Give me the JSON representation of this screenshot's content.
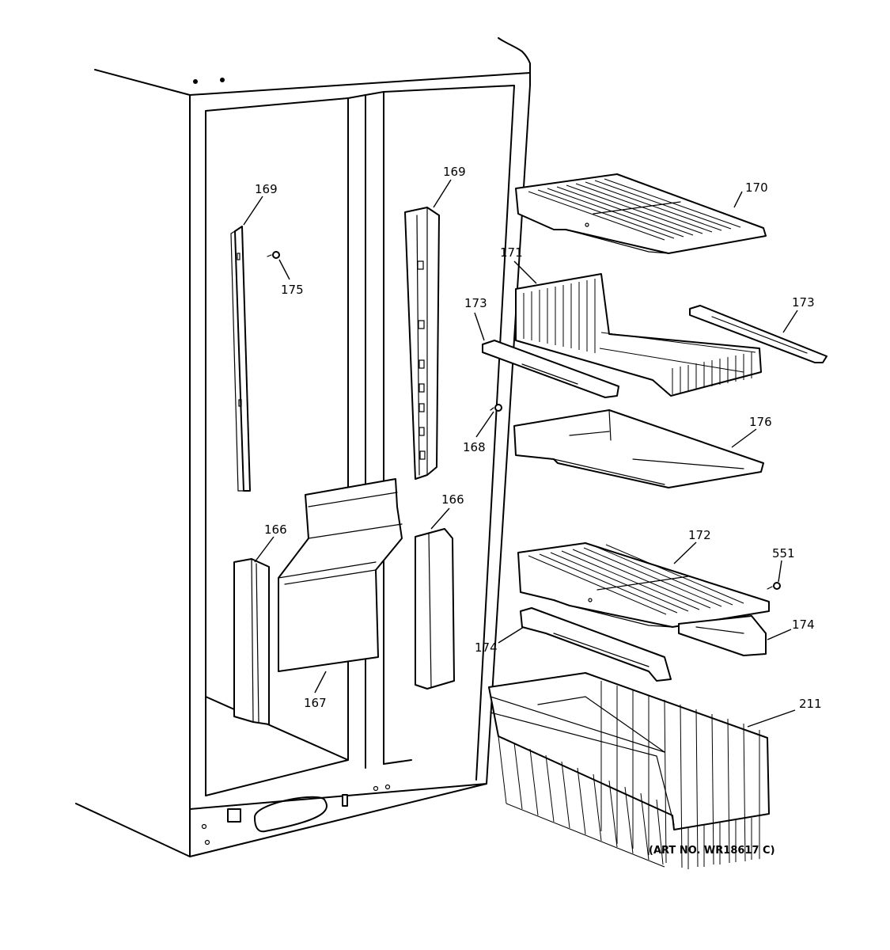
{
  "diagram": {
    "art_number": "(ART NO. WR18617 C)",
    "callouts": {
      "c169_left": "169",
      "c169_right": "169",
      "c170": "170",
      "c171": "171",
      "c173_left": "173",
      "c173_right": "173",
      "c175": "175",
      "c168": "168",
      "c176": "176",
      "c166_left": "166",
      "c166_right": "166",
      "c167": "167",
      "c172": "172",
      "c551": "551",
      "c174_left": "174",
      "c174_right": "174",
      "c211": "211"
    }
  }
}
